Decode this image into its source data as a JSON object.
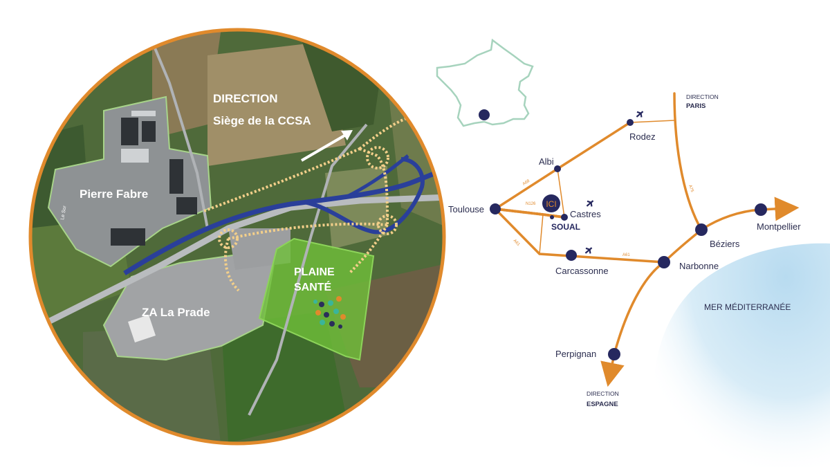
{
  "aerial_view": {
    "direction_line1": "DIRECTION",
    "direction_line2": "Siège de la CCSA",
    "pierre_fabre": "Pierre Fabre",
    "za_la_prade": "ZA La Prade",
    "plaine_sante_line1": "PLAINE",
    "plaine_sante_line2": "SANTÉ",
    "road_label": "Le Sor"
  },
  "regional_map": {
    "cities": {
      "toulouse": "Toulouse",
      "albi": "Albi",
      "rodez": "Rodez",
      "castres": "Castres",
      "carcassonne": "Carcassonne",
      "narbonne": "Narbonne",
      "beziers": "Béziers",
      "montpellier": "Montpellier",
      "perpignan": "Perpignan"
    },
    "ici_marker": "ICI",
    "soual": "SOUAL",
    "direction_paris_line1": "DIRECTION",
    "direction_paris_line2": "PARIS",
    "direction_espagne_line1": "DIRECTION",
    "direction_espagne_line2": "ESPAGNE",
    "sea": "MER MÉDITERRANÉE",
    "road_labels": {
      "a68": "A68",
      "n126": "N126",
      "a61": "A61",
      "a61b": "A61",
      "a75": "A75"
    }
  },
  "colors": {
    "orange": "#e08a2c",
    "navy": "#26285f",
    "green_outline": "#a6d3bd",
    "sea_blue": "#cfe6f4",
    "plaine_green": "#6fbf3a"
  }
}
